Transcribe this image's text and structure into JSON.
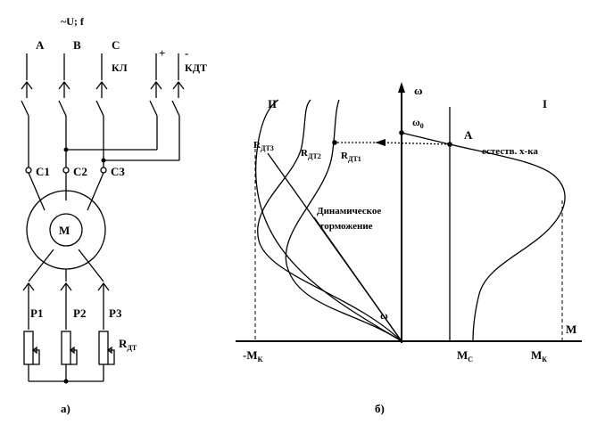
{
  "schematic": {
    "supply_label": "~U; f",
    "phase_labels": [
      "A",
      "B",
      "C"
    ],
    "kl_label": "КЛ",
    "plus_label": "+",
    "minus_label": "-",
    "kdt_label": "КДТ",
    "stator_labels": [
      "C1",
      "C2",
      "C3"
    ],
    "motor_label": "М",
    "rotor_labels": [
      "P1",
      "P2",
      "P3"
    ],
    "resistor_label": "R",
    "resistor_sub": "ДТ",
    "caption": "а)"
  },
  "graph": {
    "axis_omega": "ω",
    "axis_m": "M",
    "quadrant_ii": "II",
    "quadrant_i": "I",
    "omega0": "ω",
    "omega0_sub": "0",
    "point_a": "A",
    "natural_label": "естеств. х-ка",
    "r_label": "R",
    "r3_sub": "ДТ3",
    "r2_sub": "ДТ2",
    "r1_sub": "ДТ1",
    "braking_line1": "Динамическое",
    "braking_line2": "торможение",
    "omega_small": "ω",
    "mk_neg": "-M",
    "mk_sub": "К",
    "mc": "M",
    "mc_sub": "С",
    "mk": "M",
    "caption": "б)"
  }
}
